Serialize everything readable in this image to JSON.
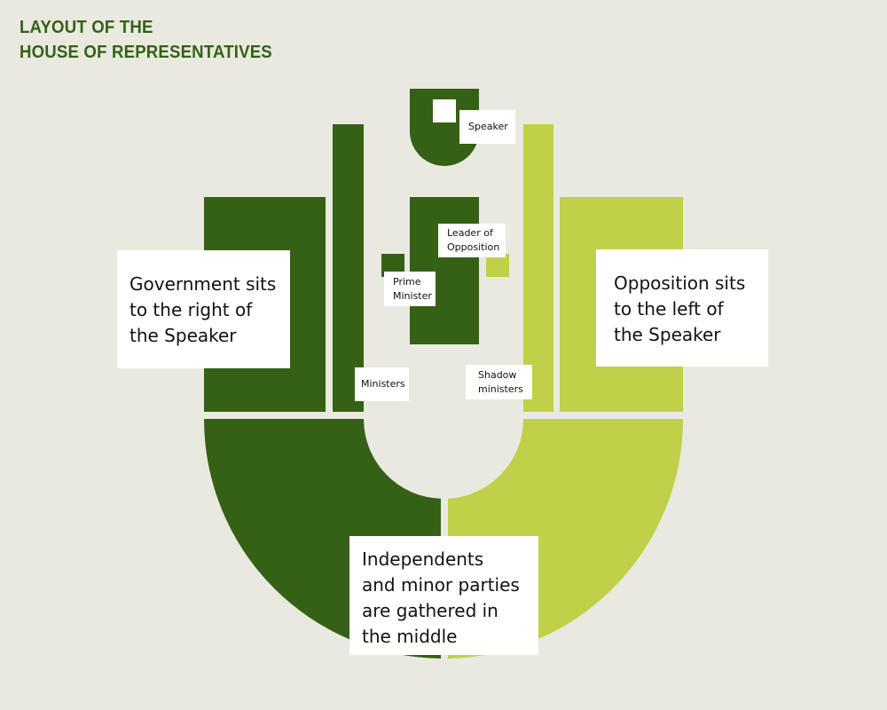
{
  "title": {
    "line1": "LAYOUT OF THE",
    "line2": "HOUSE OF REPRESENTATIVES"
  },
  "colors": {
    "government": "#346116",
    "opposition": "#c0d048",
    "background": "#e9e9df",
    "label_bg": "#ffffff"
  },
  "labels": {
    "speaker": "Speaker",
    "leader_of_opposition": "Leader of\nOpposition",
    "prime_minister": "Prime\nMinister",
    "ministers": "Ministers",
    "shadow_ministers": "Shadow\nministers",
    "government": "Government sits\nto the right of\nthe Speaker",
    "opposition": "Opposition sits\nto the left of\nthe Speaker",
    "independents": "Independents\nand minor parties\nare gathered in\nthe middle"
  }
}
